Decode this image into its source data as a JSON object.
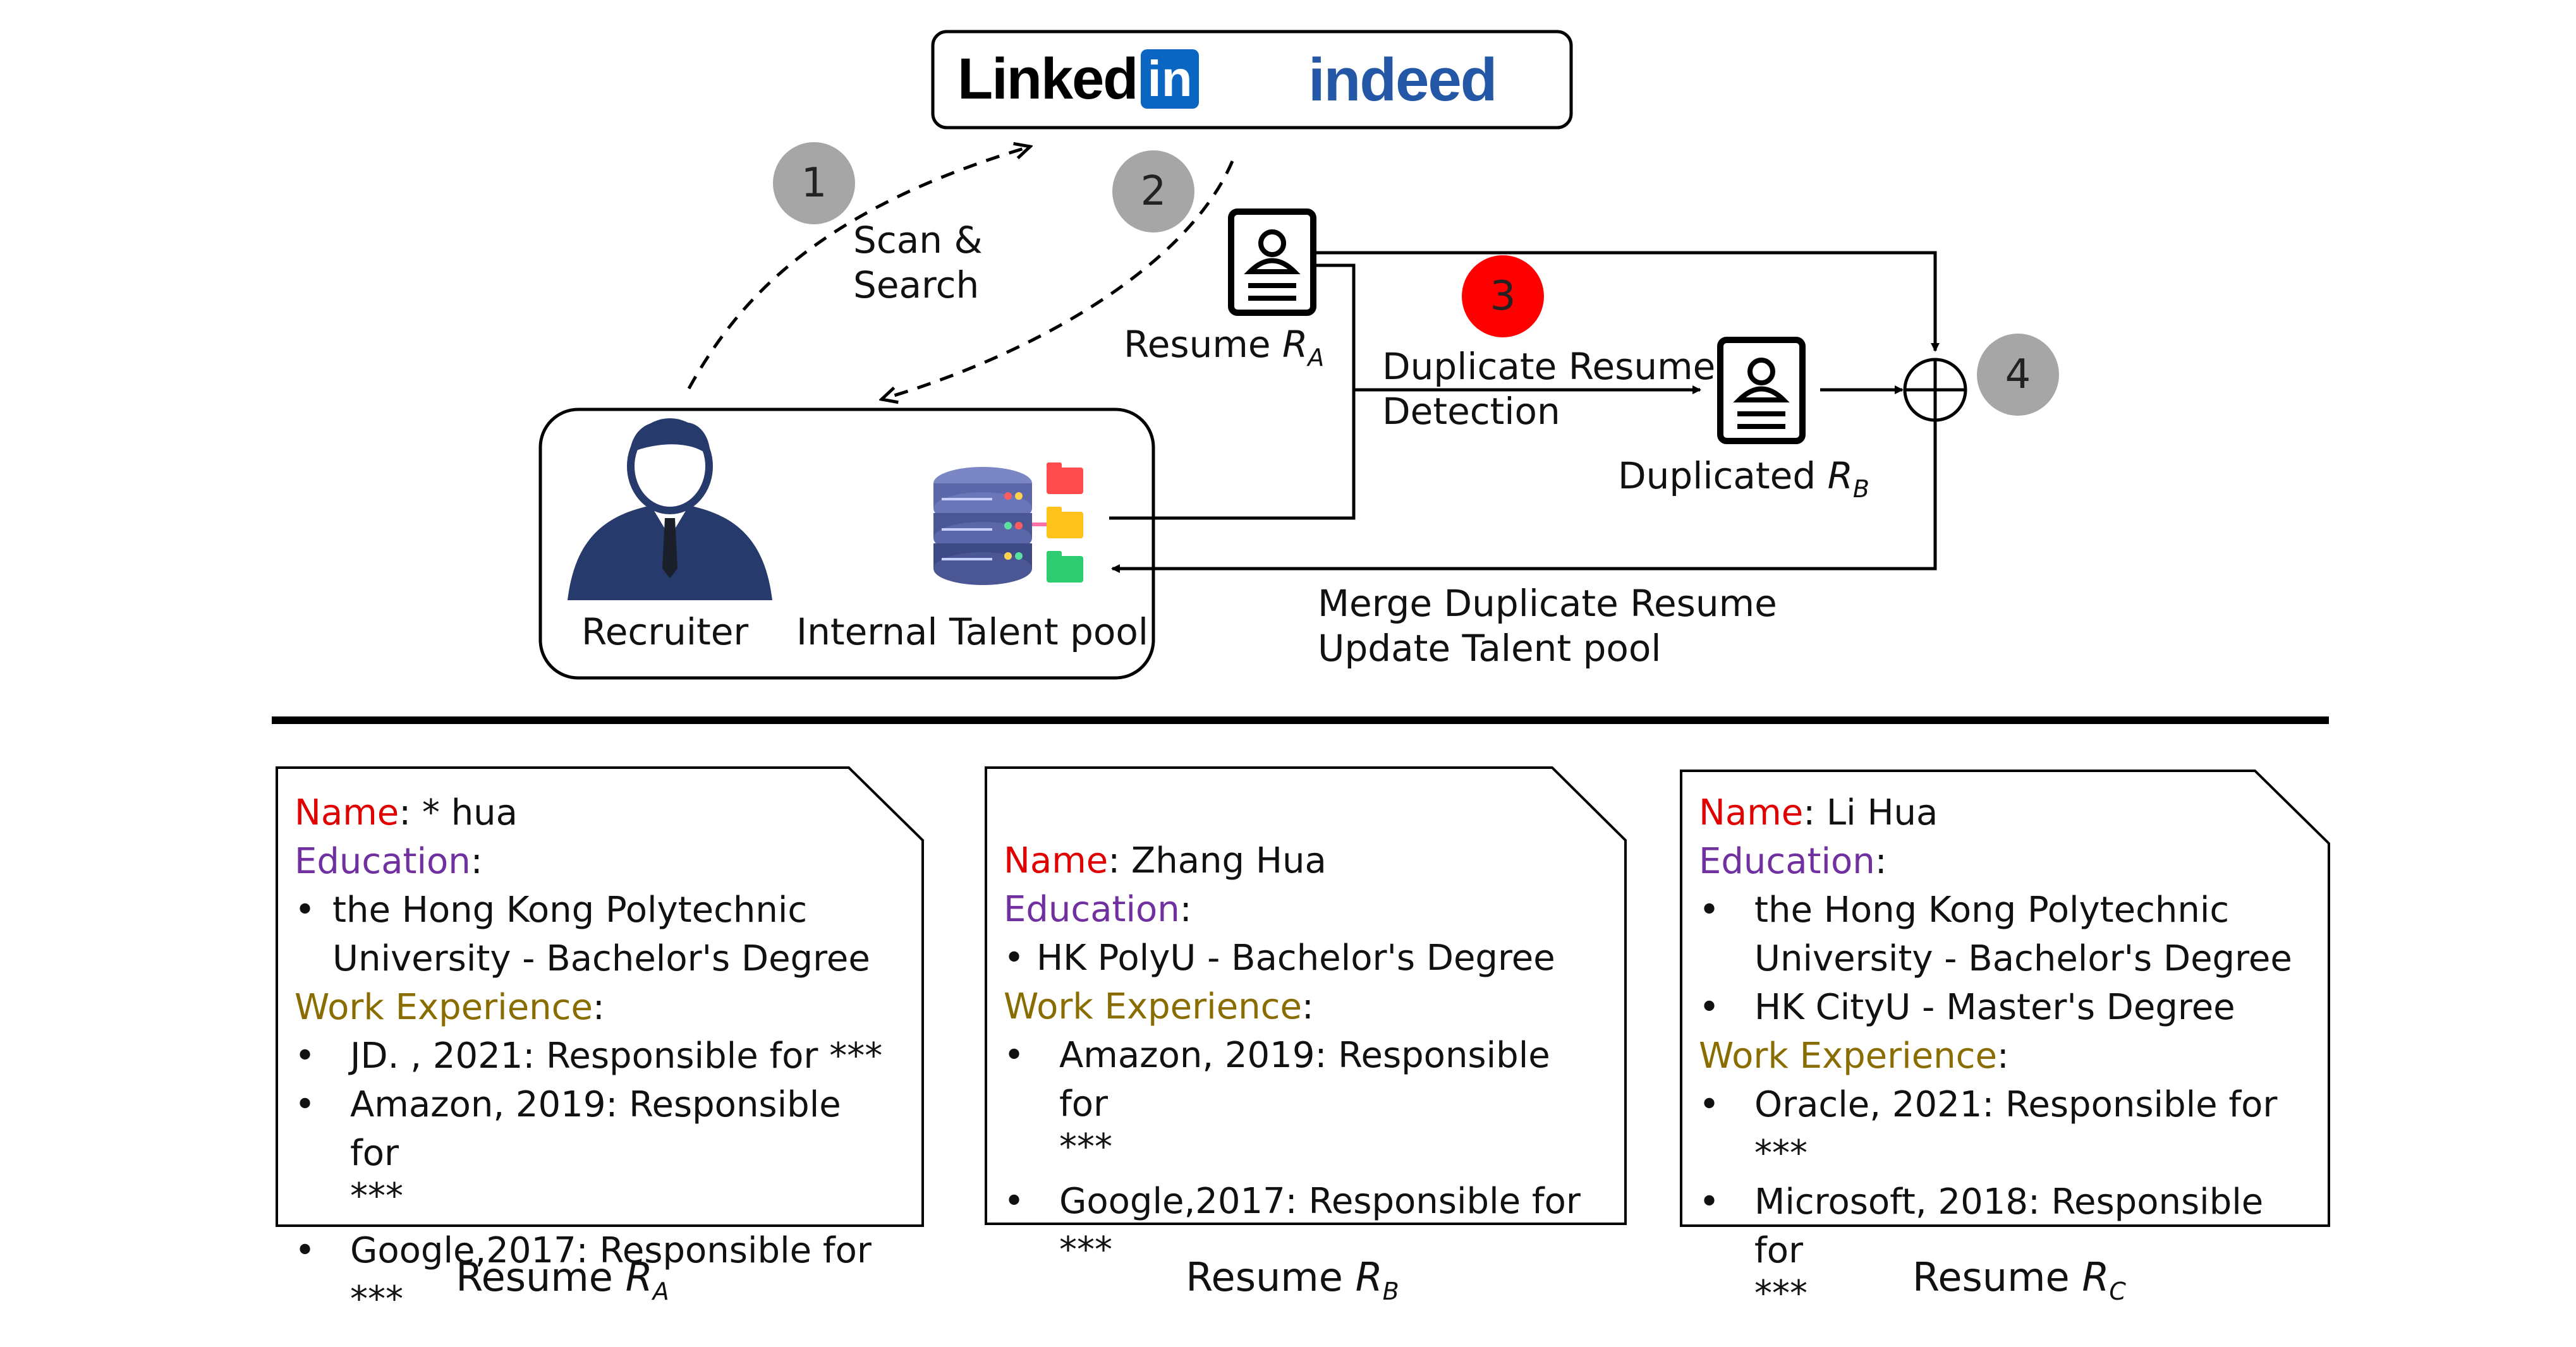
{
  "colors": {
    "label_name": "#e00000",
    "label_education": "#7030a0",
    "label_work": "#8a6d00",
    "badge_grey": "#a6a6a6",
    "badge_red": "#ff0000",
    "linkedin_blue": "#0a66c2",
    "indeed_blue": "#2557a7"
  },
  "logos": {
    "linkedin_text": "Linked",
    "linkedin_in": "in",
    "indeed": "indeed"
  },
  "steps": {
    "s1": "1",
    "s2": "2",
    "s3": "3",
    "s4": "4"
  },
  "flow": {
    "scan_line1": "Scan &",
    "scan_line2": "Search",
    "resume_a_word": "Resume",
    "resume_a_var": "R",
    "resume_a_sub": "A",
    "detect_line1": "Duplicate Resume",
    "detect_line2": "Detection",
    "dup_word": "Duplicated",
    "dup_var": "R",
    "dup_sub": "B",
    "recruiter": "Recruiter",
    "talent_pool": "Internal Talent pool",
    "merge_line1": "Merge Duplicate Resume",
    "merge_line2": "Update Talent pool"
  },
  "resumes": [
    {
      "name_label": "Name",
      "name_value": ": * hua",
      "edu_label": "Education",
      "edu_colon": ":",
      "edu_items": [
        "the Hong Kong Polytechnic",
        "University - Bachelor's Degree"
      ],
      "work_label": "Work Experience",
      "work_colon": ":",
      "work_items": [
        "JD. , 2021: Responsible for ***",
        "Amazon, 2019: Responsible for",
        "***",
        "Google,2017: Responsible for ***"
      ],
      "caption_word": "Resume",
      "caption_var": "R",
      "caption_sub": "A"
    },
    {
      "name_label": "Name",
      "name_value": ": Zhang Hua",
      "edu_label": "Education",
      "edu_colon": ":",
      "edu_items": [
        "HK PolyU - Bachelor's Degree"
      ],
      "work_label": "Work Experience",
      "work_colon": ":",
      "work_items": [
        "Amazon, 2019: Responsible for",
        "***",
        "Google,2017: Responsible for ***"
      ],
      "caption_word": "Resume",
      "caption_var": "R",
      "caption_sub": "B"
    },
    {
      "name_label": "Name",
      "name_value": ": Li Hua",
      "edu_label": "Education",
      "edu_colon": ":",
      "edu_items": [
        "the Hong Kong Polytechnic",
        "University - Bachelor's Degree",
        "HK CityU - Master's Degree"
      ],
      "work_label": "Work Experience",
      "work_colon": ":",
      "work_items": [
        "Oracle, 2021: Responsible for ***",
        "Microsoft, 2018: Responsible for",
        "***"
      ],
      "caption_word": "Resume",
      "caption_var": "R",
      "caption_sub": "C"
    }
  ]
}
